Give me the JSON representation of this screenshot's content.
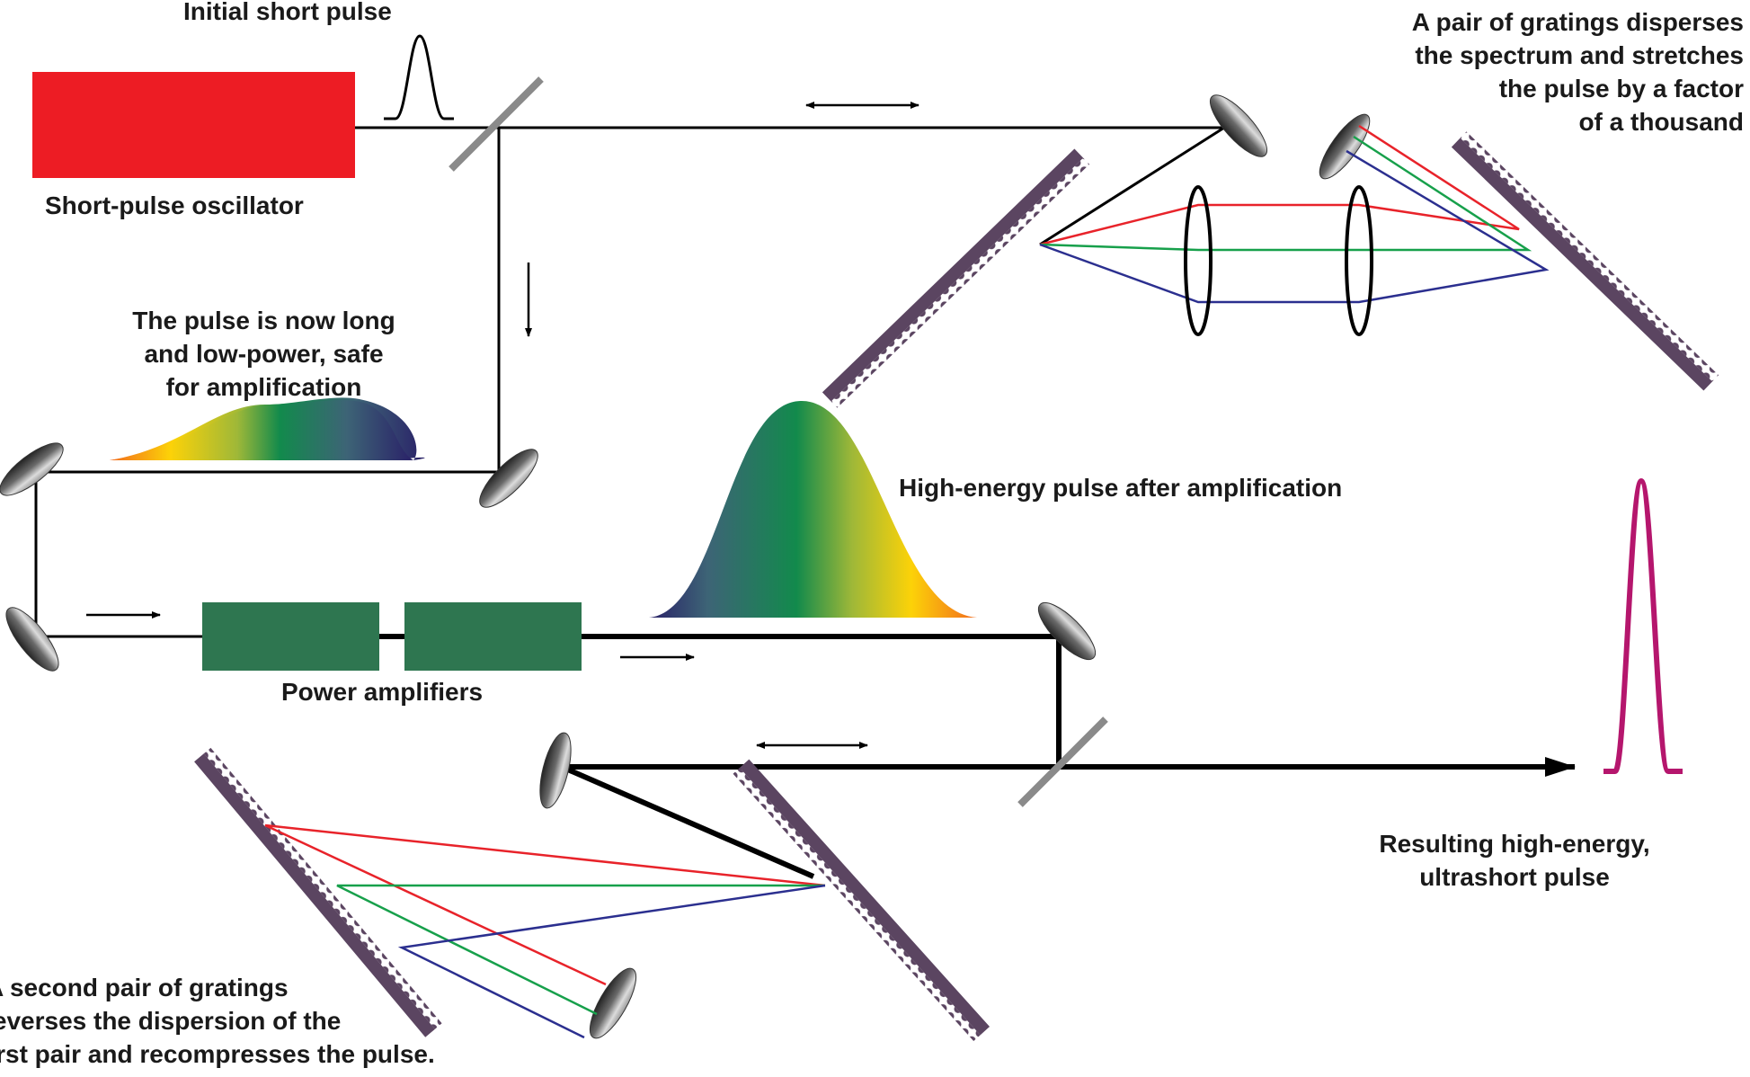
{
  "labels": {
    "initial_pulse": "Initial short pulse",
    "oscillator": "Short-pulse oscillator",
    "stretch_note": [
      "A pair of gratings disperses",
      "the spectrum and stretches",
      "the pulse by a factor",
      "of a thousand"
    ],
    "long_pulse_note": [
      "The pulse is now long",
      "and low-power, safe",
      "for amplification"
    ],
    "high_energy_note": "High-energy pulse after amplification",
    "amplifiers": "Power amplifiers",
    "result_note": [
      "Resulting high-energy,",
      "ultrashort pulse"
    ],
    "compress_note": [
      "A second pair of gratings",
      "reverses the dispersion of the",
      "first pair and recompresses the pulse."
    ]
  },
  "colors": {
    "oscillator": "#ed1c24",
    "amplifier": "#2e7650",
    "grating": "#5b4561",
    "beam": "#000000",
    "ray_red": "#e8232a",
    "ray_green": "#17a04b",
    "ray_blue": "#2b2f8f",
    "output_pulse": "#b5166d",
    "splitter": "#8a8a8a"
  },
  "icons": [
    "mirror-icon",
    "grating-icon",
    "lens-icon",
    "arrow-icon",
    "beam-splitter-icon"
  ]
}
